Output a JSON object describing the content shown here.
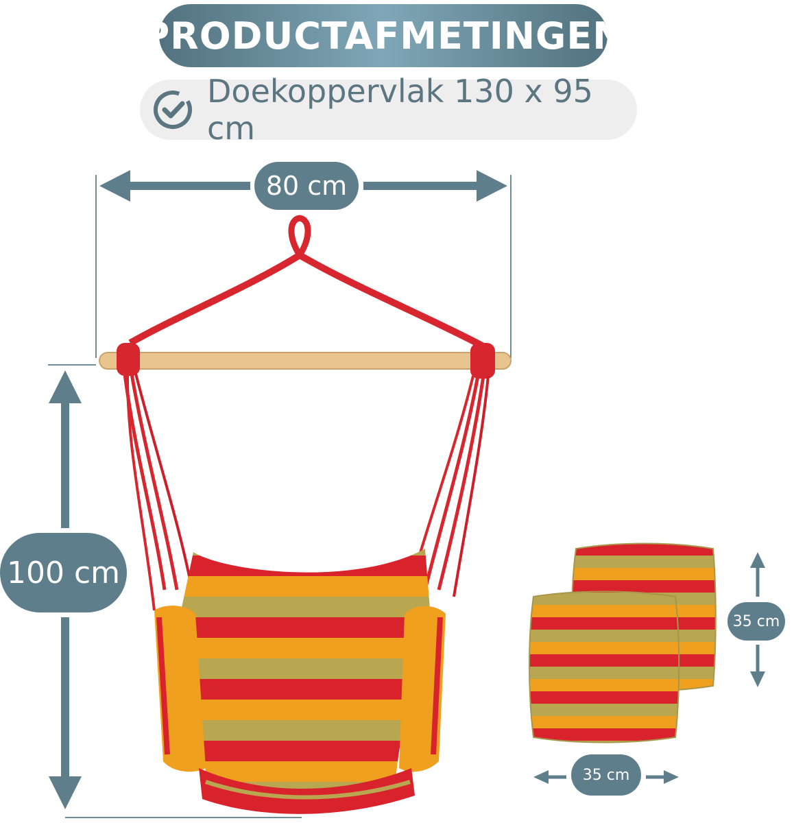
{
  "header": {
    "title": "PRODUCTAFMETINGEN",
    "feature_text": "Doekoppervlak 130 x 95 cm",
    "feature_icon": "check-circle-icon"
  },
  "dimensions": {
    "width_label": "80 cm",
    "height_label": "100 cm",
    "pillow_height_label": "35 cm",
    "pillow_width_label": "35 cm"
  },
  "colors": {
    "accent": "#5e7e8c",
    "rope": "#d7262e",
    "stripe_red": "#d9232c",
    "stripe_orange": "#f0a01f",
    "stripe_olive": "#b9a651",
    "wood": "#e8c48f"
  }
}
